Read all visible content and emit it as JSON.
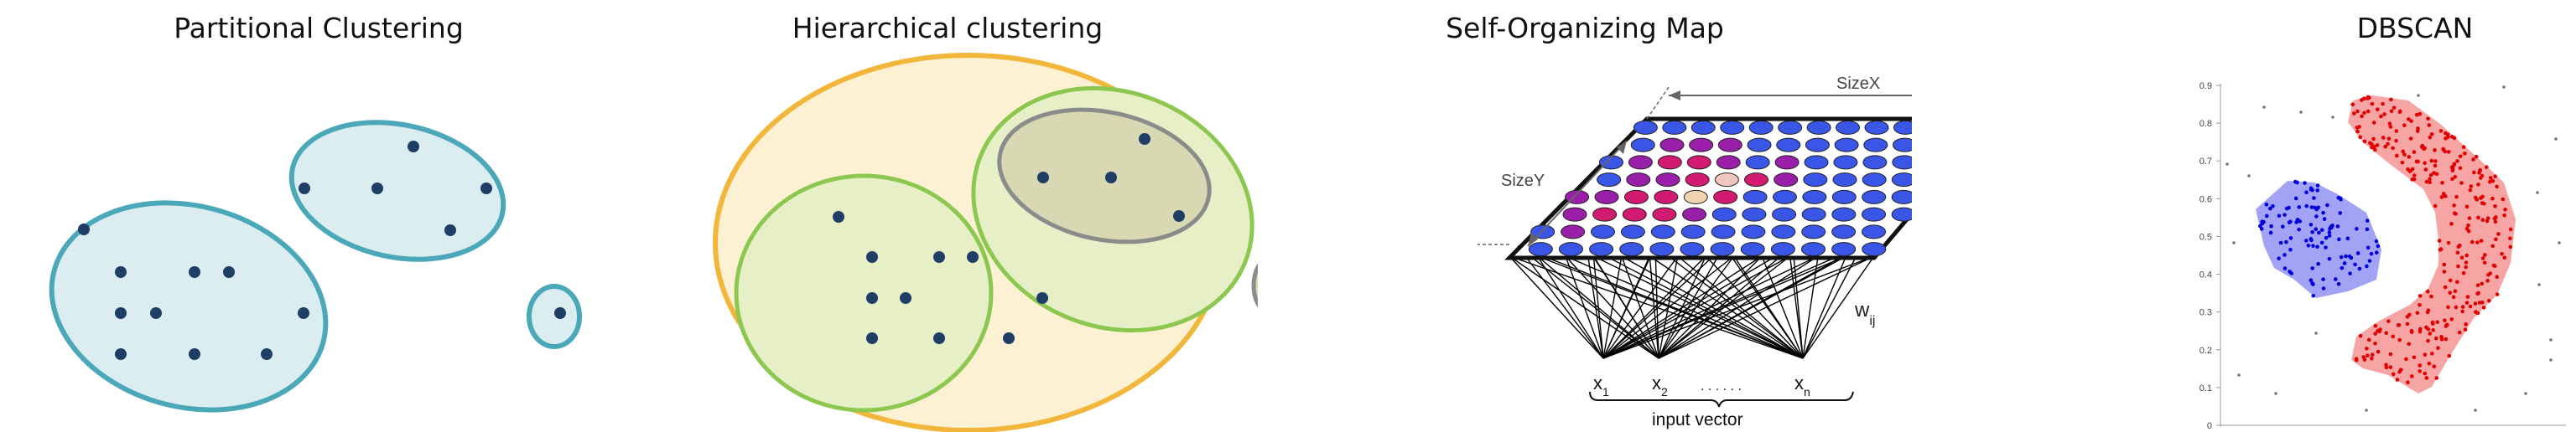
{
  "panels": {
    "partitional": {
      "title": "Partitional Clustering"
    },
    "hierarchical": {
      "title": "Hierarchical clustering"
    },
    "som": {
      "title": "Self-Organizing Map",
      "size_x": "SizeX",
      "size_y": "SizeY",
      "weight": "w",
      "weight_sub": "ij",
      "x1": "x",
      "x1_sub": "1",
      "x2": "x",
      "x2_sub": "2",
      "dots": ". . . . . .",
      "xn": "x",
      "xn_sub": "n",
      "input_vector": "input vector"
    },
    "dbscan": {
      "title": "DBSCAN",
      "y_ticks": [
        "0",
        "0.1",
        "0.2",
        "0.3",
        "0.4",
        "0.5",
        "0.6",
        "0.7",
        "0.8",
        "0.9"
      ]
    }
  },
  "colors": {
    "teal_stroke": "#4aa8b8",
    "teal_fill": "#dcedf2",
    "dot": "#1e3e66",
    "orange_stroke": "#f2b73a",
    "orange_fill": "#fcf1d2",
    "green_stroke": "#8cc850",
    "green_fill": "#e7efc6",
    "grey_stroke": "#8a8c8c",
    "grey_fill": "#d8d8b2",
    "red_cluster": "#f7a4a4",
    "red_dot": "#e10000",
    "blue_cluster": "#a3a3f5",
    "blue_dot": "#0000dd"
  }
}
